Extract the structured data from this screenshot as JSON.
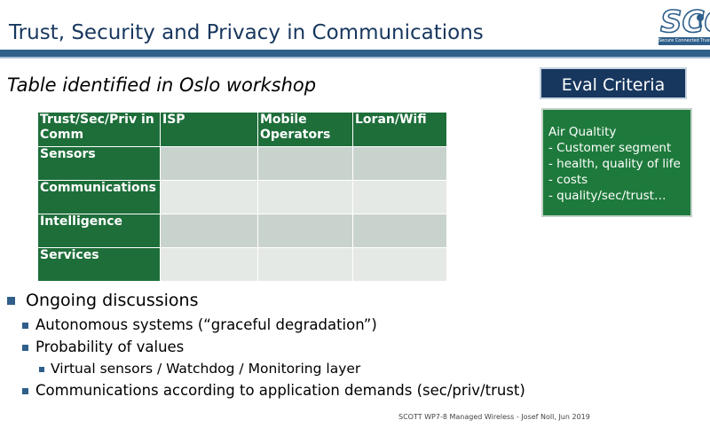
{
  "header": {
    "title": "Trust, Security and Privacy in Communications"
  },
  "logo": {
    "letters": "SCO",
    "tagline": "Secure Connected Trust"
  },
  "subtitle": "Table identified in Oslo workshop",
  "table": {
    "headers": [
      "Trust/Sec/Priv in Comm",
      "ISP",
      "Mobile Operators",
      "Loran/Wifi"
    ],
    "rows": [
      "Sensors",
      "Communications",
      "Intelligence",
      "Services"
    ]
  },
  "eval_button": {
    "label": "Eval Criteria"
  },
  "air_quality": {
    "title": "Air Qualtity",
    "items": [
      "Customer segment",
      "health, quality of life",
      "costs",
      "quality/sec/trust…"
    ]
  },
  "bullets": [
    {
      "level": 1,
      "text": "Ongoing discussions"
    },
    {
      "level": 2,
      "text": "Autonomous systems (“graceful degradation”)"
    },
    {
      "level": 2,
      "text": "Probability of values"
    },
    {
      "level": 3,
      "text": "Virtual sensors / Watchdog / Monitoring layer"
    },
    {
      "level": 2,
      "text": "Communications according to application demands (sec/priv/trust)"
    }
  ],
  "footer": "SCOTT WP7-8 Managed Wireless - Josef Noll, Jun 2019",
  "colors": {
    "title": "#17375e",
    "table_header": "#1e6e3a",
    "eval_button": "#17375e",
    "air_box": "#1e7a3c",
    "bullet": "#2f5f8a"
  }
}
